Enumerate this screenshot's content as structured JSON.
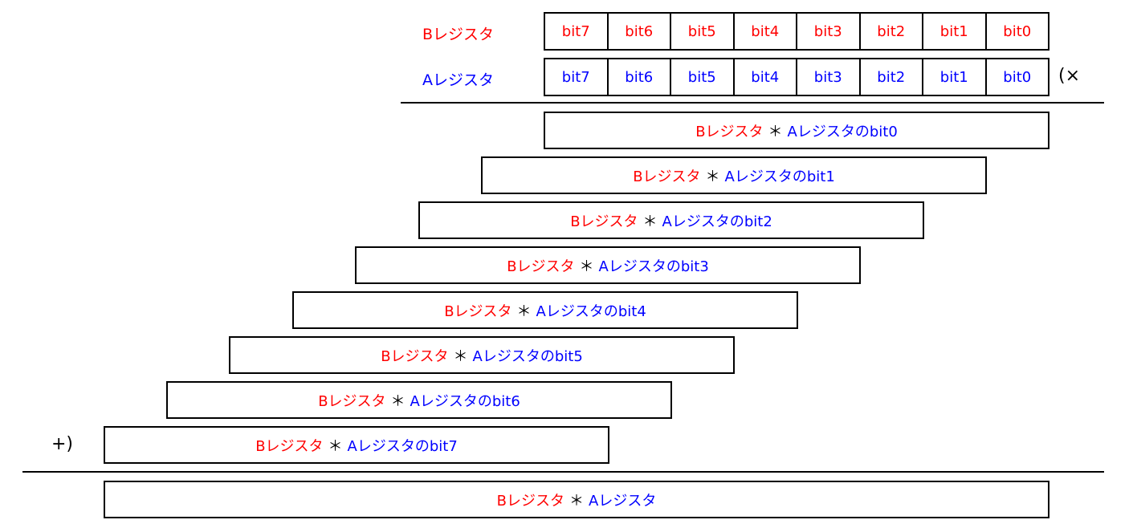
{
  "colors": {
    "b_register": "#ff0000",
    "a_register": "#0000ff",
    "lines": "#000000"
  },
  "registers": {
    "b": {
      "label": "Bレジスタ",
      "bits": [
        "bit7",
        "bit6",
        "bit5",
        "bit4",
        "bit3",
        "bit2",
        "bit1",
        "bit0"
      ]
    },
    "a": {
      "label": "Aレジスタ",
      "bits": [
        "bit7",
        "bit6",
        "bit5",
        "bit4",
        "bit3",
        "bit2",
        "bit1",
        "bit0"
      ]
    }
  },
  "operators": {
    "multiply": "(×",
    "add": "+)"
  },
  "partial_products": [
    {
      "b_text": "Bレジスタ",
      "op": "＊",
      "a_text": "Aレジスタのbit0"
    },
    {
      "b_text": "Bレジスタ",
      "op": "＊",
      "a_text": "Aレジスタのbit1"
    },
    {
      "b_text": "Bレジスタ",
      "op": "＊",
      "a_text": "Aレジスタのbit2"
    },
    {
      "b_text": "Bレジスタ",
      "op": "＊",
      "a_text": "Aレジスタのbit3"
    },
    {
      "b_text": "Bレジスタ",
      "op": "＊",
      "a_text": "Aレジスタのbit4"
    },
    {
      "b_text": "Bレジスタ",
      "op": "＊",
      "a_text": "Aレジスタのbit5"
    },
    {
      "b_text": "Bレジスタ",
      "op": "＊",
      "a_text": "Aレジスタのbit6"
    },
    {
      "b_text": "Bレジスタ",
      "op": "＊",
      "a_text": "Aレジスタのbit7"
    }
  ],
  "result": {
    "b_text": "Bレジスタ",
    "op": "＊",
    "a_text": "Aレジスタ"
  }
}
